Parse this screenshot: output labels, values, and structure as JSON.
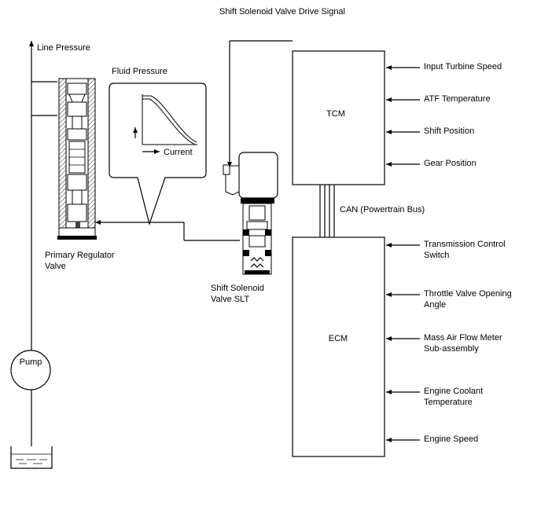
{
  "title": "Shift Solenoid Valve Drive Signal",
  "labels": {
    "line_pressure": "Line Pressure",
    "fluid_pressure": "Fluid Pressure",
    "current": "Current",
    "primary_regulator_line1": "Primary Regulator",
    "primary_regulator_line2": "Valve",
    "slt_line1": "Shift Solenoid",
    "slt_line2": "Valve SLT",
    "pump": "Pump",
    "can_bus": "CAN (Powertrain Bus)"
  },
  "tcm": {
    "label": "TCM",
    "inputs": [
      "Input Turbine Speed",
      "ATF Temperature",
      "Shift Position",
      "Gear Position"
    ]
  },
  "ecm": {
    "label": "ECM",
    "inputs": [
      [
        "Transmission Control",
        "Switch"
      ],
      [
        "Throttle Valve Opening",
        "Angle"
      ],
      [
        "Mass Air Flow Meter",
        "Sub-assembly"
      ],
      [
        "Engine Coolant",
        "Temperature"
      ],
      [
        "Engine Speed"
      ]
    ]
  }
}
